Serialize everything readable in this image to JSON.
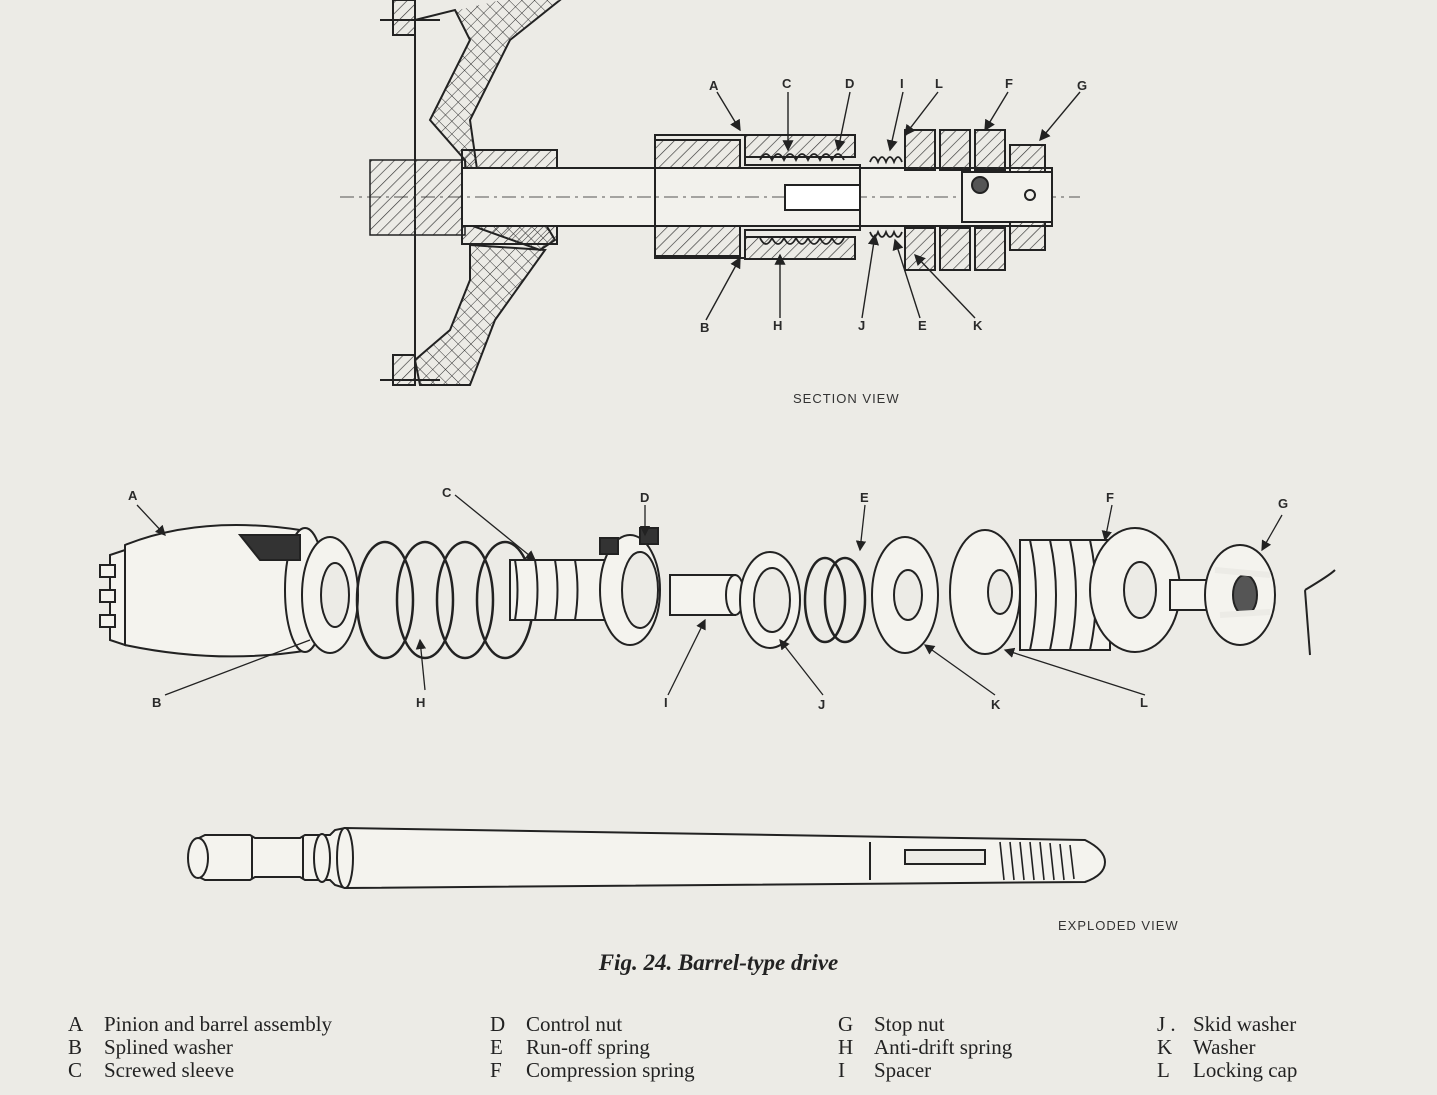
{
  "figure": {
    "caption": "Fig. 24. Barrel-type drive",
    "section_view_label": "SECTION VIEW",
    "exploded_view_label": "EXPLODED VIEW"
  },
  "section_callouts": {
    "A": "A",
    "C": "C",
    "D": "D",
    "I": "I",
    "L": "L",
    "F": "F",
    "G": "G",
    "B": "B",
    "H": "H",
    "J": "J",
    "E": "E",
    "K": "K"
  },
  "exploded_callouts": {
    "A": "A",
    "C": "C",
    "D": "D",
    "E": "E",
    "F": "F",
    "G": "G",
    "B": "B",
    "H": "H",
    "I": "I",
    "J": "J",
    "K": "K",
    "L": "L"
  },
  "legend": {
    "columns": [
      [
        {
          "key": "A",
          "text": "Pinion and barrel assembly"
        },
        {
          "key": "B",
          "text": "Splined washer"
        },
        {
          "key": "C",
          "text": "Screwed sleeve"
        }
      ],
      [
        {
          "key": "D",
          "text": "Control nut"
        },
        {
          "key": "E",
          "text": "Run-off spring"
        },
        {
          "key": "F",
          "text": "Compression spring"
        }
      ],
      [
        {
          "key": "G",
          "text": "Stop nut"
        },
        {
          "key": "H",
          "text": "Anti-drift spring"
        },
        {
          "key": "I",
          "text": "Spacer"
        }
      ],
      [
        {
          "key": "J .",
          "text": "Skid washer"
        },
        {
          "key": "K",
          "text": "Washer"
        },
        {
          "key": "L",
          "text": "Locking cap"
        }
      ]
    ]
  }
}
